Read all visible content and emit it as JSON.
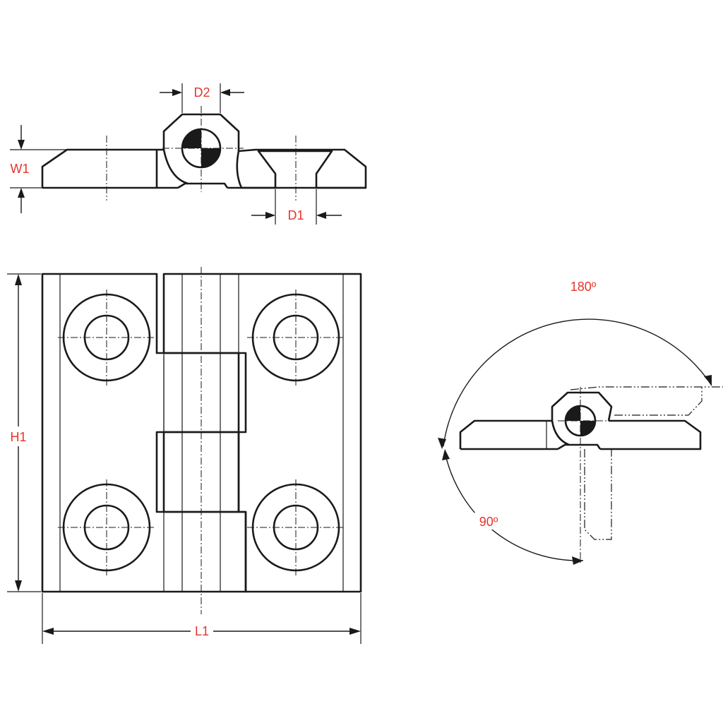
{
  "labels": {
    "d2": "D2",
    "w1": "W1",
    "d1": "D1",
    "h1": "H1",
    "l1": "L1",
    "angle_180": "180º",
    "angle_90": "90º"
  },
  "colors": {
    "line": "#1a1a1a",
    "dimension_text": "#e8332a",
    "background": "#ffffff"
  }
}
